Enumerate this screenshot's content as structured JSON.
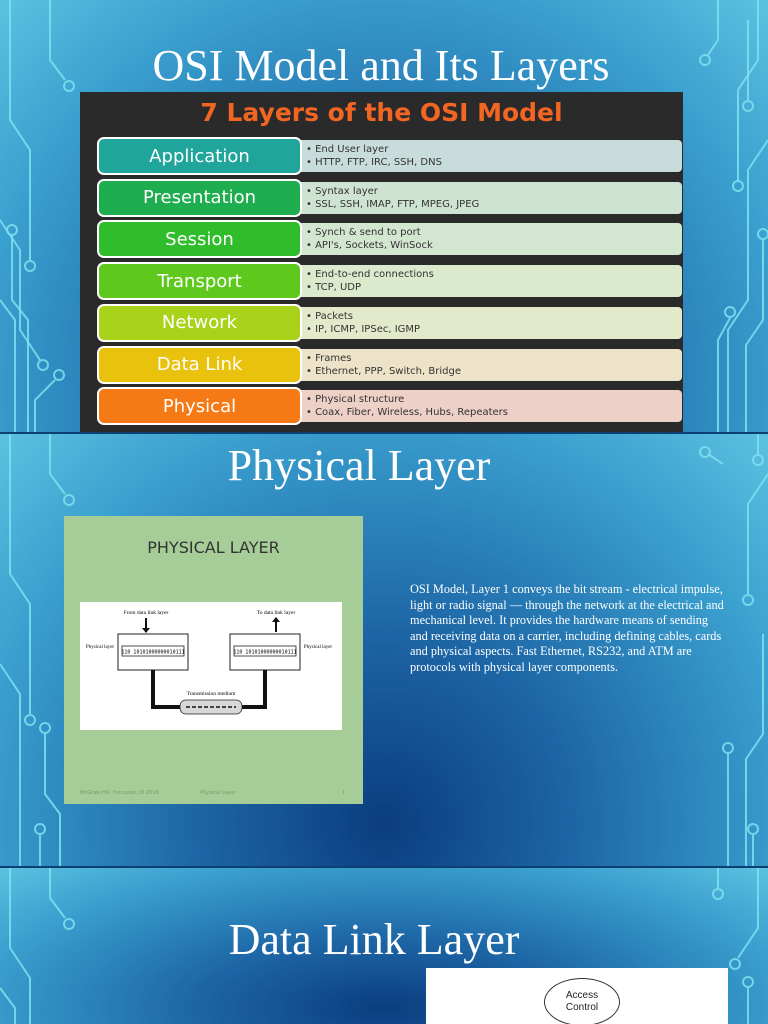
{
  "slides": {
    "osi": {
      "title": "OSI Model and Its Layers",
      "graphic_heading": "7 Layers of the OSI Model",
      "layers": [
        {
          "name": "Application",
          "color": "#1fa59a",
          "desc_bg": "#c9dcdc",
          "lines": [
            "End User layer",
            "HTTP, FTP, IRC, SSH, DNS"
          ]
        },
        {
          "name": "Presentation",
          "color": "#1eae4f",
          "desc_bg": "#cfe3d2",
          "lines": [
            "Syntax layer",
            "SSL, SSH, IMAP, FTP, MPEG, JPEG"
          ]
        },
        {
          "name": "Session",
          "color": "#2fbd2c",
          "desc_bg": "#d3e6cf",
          "lines": [
            "Synch & send to port",
            "API's, Sockets, WinSock"
          ]
        },
        {
          "name": "Transport",
          "color": "#5fc81c",
          "desc_bg": "#dbe9cd",
          "lines": [
            "End-to-end connections",
            "TCP, UDP"
          ]
        },
        {
          "name": "Network",
          "color": "#a9d21a",
          "desc_bg": "#e3eacb",
          "lines": [
            "Packets",
            "IP, ICMP, IPSec, IGMP"
          ]
        },
        {
          "name": "Data Link",
          "color": "#e9c20d",
          "desc_bg": "#ece3c8",
          "lines": [
            "Frames",
            "Ethernet, PPP, Switch, Bridge"
          ]
        },
        {
          "name": "Physical",
          "color": "#f57a15",
          "desc_bg": "#edd0c6",
          "lines": [
            "Physical structure",
            "Coax, Fiber, Wireless, Hubs, Repeaters"
          ]
        }
      ]
    },
    "physical": {
      "title": "Physical Layer",
      "image_title": "PHYSICAL LAYER",
      "diagram": {
        "from_label": "From data link layer",
        "to_label": "To data link layer",
        "left_layer": "Physical layer",
        "right_layer": "Physical layer",
        "bits_left": "110 10101000000010111",
        "bits_right": "110 10101000000010111",
        "medium": "Transmission medium"
      },
      "footer_left": "McGraw-Hill, Forouzan, ID 2016",
      "footer_mid": "Physical Layer",
      "footer_right": "1",
      "body": "OSI Model, Layer 1 conveys the bit stream - electrical impulse, light or radio signal — through the network at the electrical and mechanical level. It provides the hardware means of sending and receiving data on a carrier, including defining cables, cards and physical aspects. Fast Ethernet, RS232, and ATM are protocols with physical layer components."
    },
    "datalink": {
      "title": "Data Link Layer",
      "image_label": "Access Control"
    }
  }
}
